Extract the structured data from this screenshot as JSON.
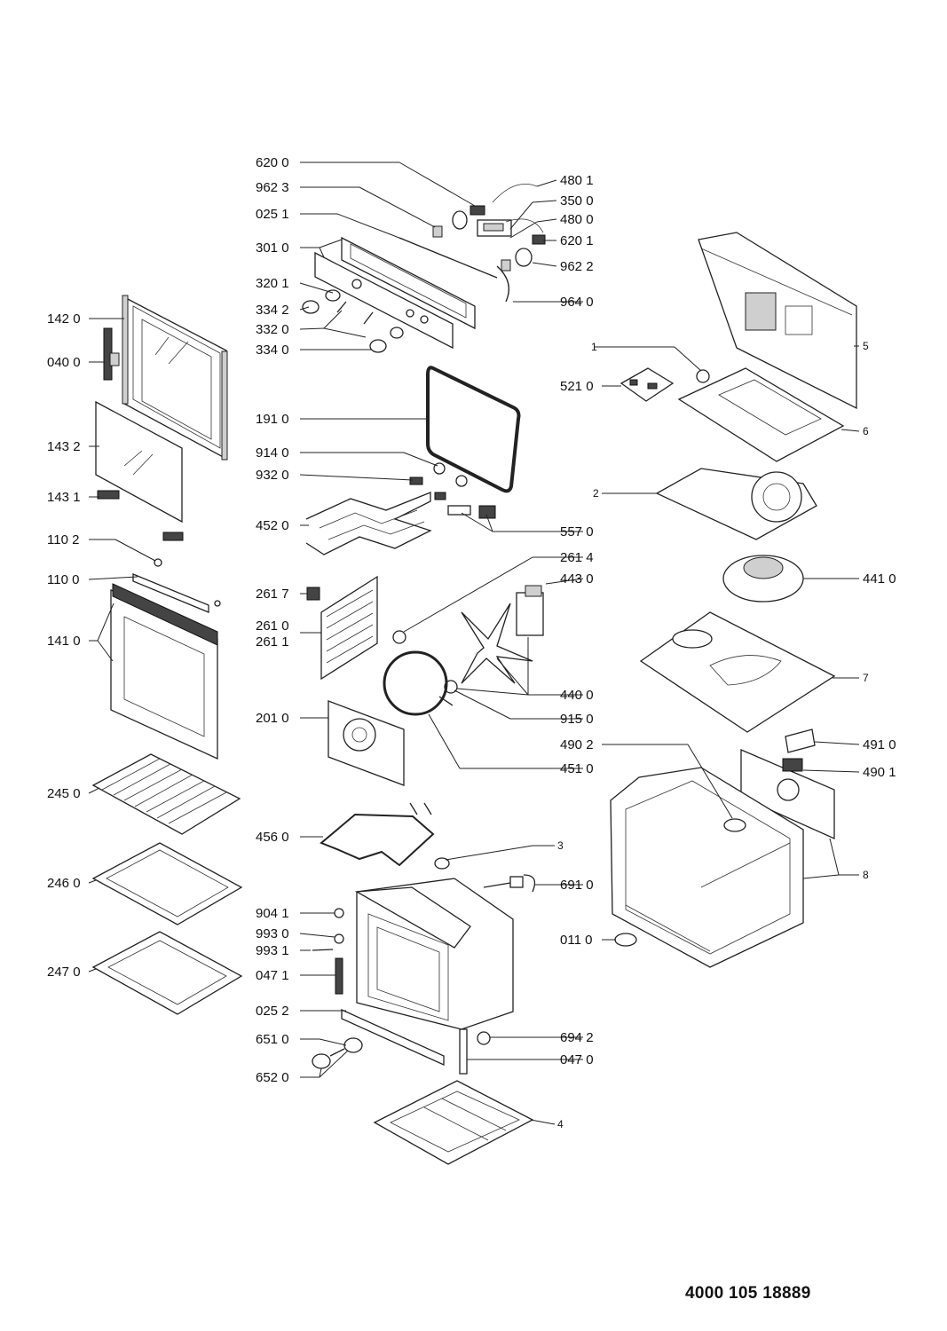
{
  "document_number": "4000 105 18889",
  "callouts": {
    "c6200": "620 0",
    "c9623": "962 3",
    "c0251": "025 1",
    "c3010": "301 0",
    "c3201": "320 1",
    "c3342": "334 2",
    "c3320": "332 0",
    "c3340": "334 0",
    "c4801": "480 1",
    "c3500": "350 0",
    "c4800": "480 0",
    "c6201": "620 1",
    "c9622": "962 2",
    "c9640": "964 0",
    "c1420": "142 0",
    "c0400": "040 0",
    "c1432": "143 2",
    "c1431": "143 1",
    "c1102": "110 2",
    "c1100": "110 0",
    "c1410": "141 0",
    "c2450": "245 0",
    "c2460": "246 0",
    "c2470": "247 0",
    "c1910": "191 0",
    "c9140": "914 0",
    "c9320": "932 0",
    "c4520": "452 0",
    "c5570": "557 0",
    "c2614": "261 4",
    "c4430": "443 0",
    "c2617": "261 7",
    "c2610": "261 0",
    "c2611": "261 1",
    "c4400": "440 0",
    "c9150": "915 0",
    "c2010": "201 0",
    "c4510": "451 0",
    "c4560": "456 0",
    "c3": "3",
    "c6910": "691 0",
    "c9041": "904 1",
    "c9930": "993 0",
    "c9931": "993 1",
    "c0471": "047 1",
    "c0252": "025 2",
    "c6510": "651 0",
    "c6520": "652 0",
    "c6942": "694 2",
    "c0470": "047 0",
    "c4": "4",
    "c5": "5",
    "c1": "1",
    "c5210": "521 0",
    "c6": "6",
    "c2": "2",
    "c4410": "441 0",
    "c7": "7",
    "c4902": "490 2",
    "c4910": "491 0",
    "c4901": "490 1",
    "c8": "8",
    "c0110": "011 0"
  }
}
